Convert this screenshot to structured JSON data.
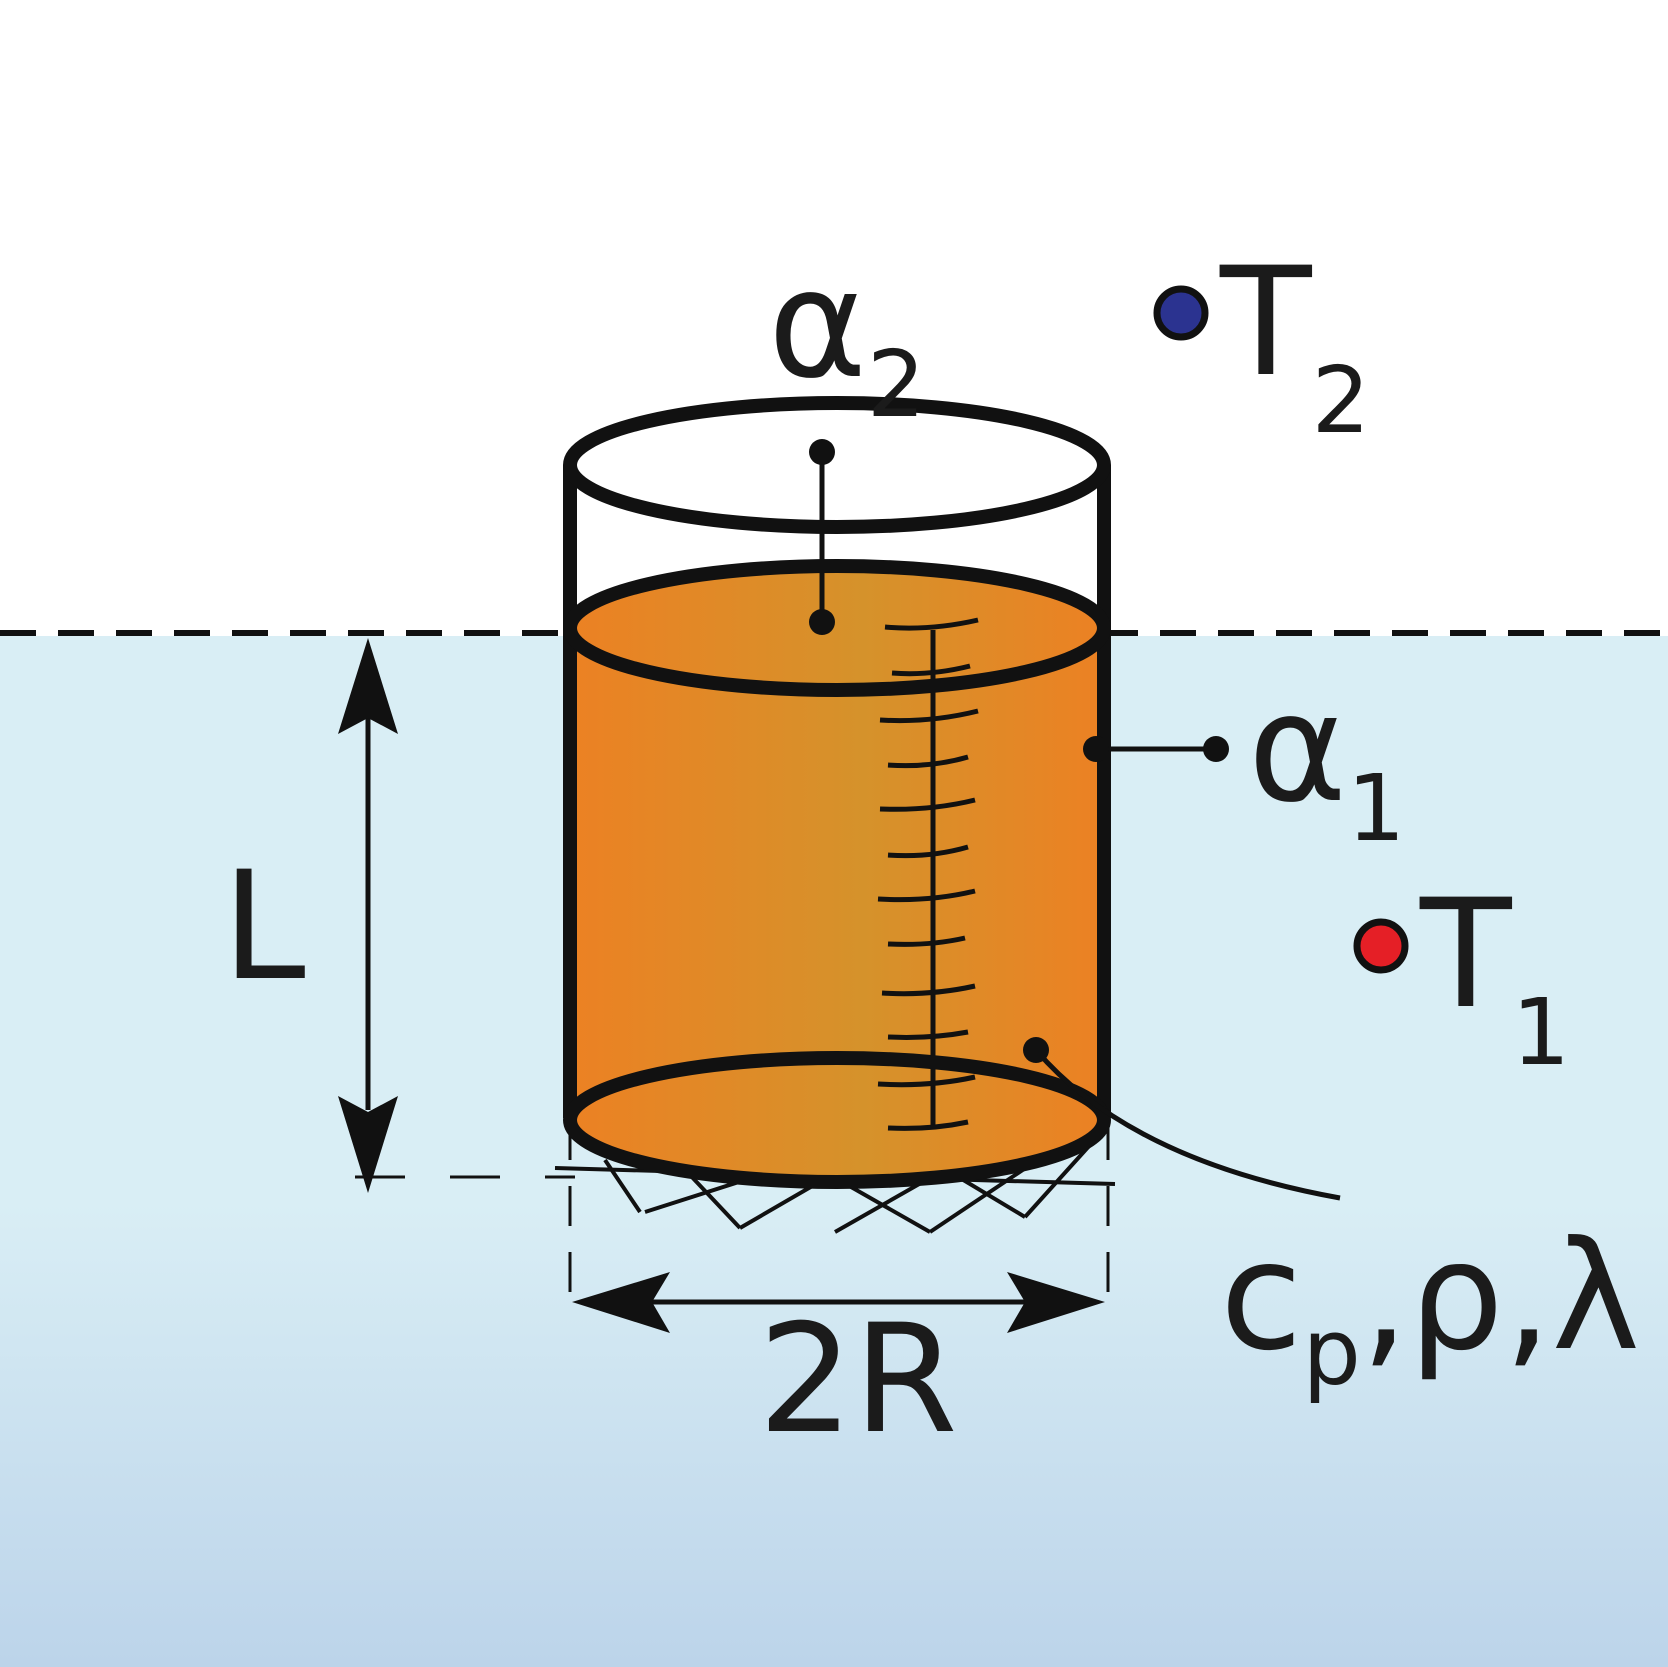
{
  "labels": {
    "alpha2": {
      "sym": "α",
      "sub": "2"
    },
    "alpha1": {
      "sym": "α",
      "sub": "1"
    },
    "T2": {
      "sym": "T",
      "sub": "2"
    },
    "T1": {
      "sym": "T",
      "sub": "1"
    },
    "L": "L",
    "diameter": "2R",
    "props": {
      "c": "c",
      "c_sub": "p",
      "rest": ",ρ,λ"
    }
  },
  "colors": {
    "fluid_top": "#d9eef5",
    "fluid_bottom": "#bcd4ea",
    "cylinder_edge": "#ec8123",
    "cylinder_mid": "#d5922b",
    "outline": "#111111",
    "T2_dot": "#2b3390",
    "T1_dot": "#e51f26"
  }
}
